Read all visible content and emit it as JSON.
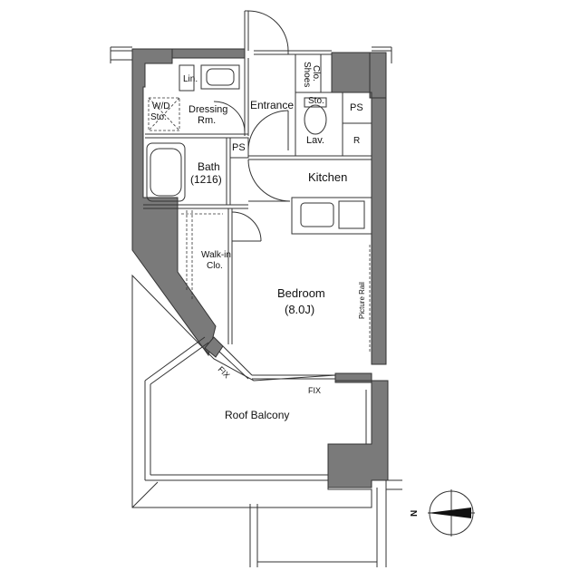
{
  "labels": {
    "lin": "Lin.",
    "wd_storage_line1": "W/D",
    "wd_storage_line2": "Sto.",
    "dressing_line1": "Dressing",
    "dressing_line2": "Rm.",
    "entrance": "Entrance",
    "shoes_closet_line1": "Shoes",
    "shoes_closet_line2": "Clo.",
    "storage": "Sto.",
    "ps_top": "PS",
    "lav": "Lav.",
    "refrigerator": "R",
    "bath_line1": "Bath",
    "bath_line2": "(1216)",
    "ps_bath": "PS",
    "kitchen": "Kitchen",
    "walkin_line1": "Walk-in",
    "walkin_line2": "Clo.",
    "bedroom_line1": "Bedroom",
    "bedroom_line2": "(8.0J)",
    "picture_rail": "Picture Rail",
    "fix_diag": "FIX",
    "fix_bottom": "FIX",
    "roof_balcony": "Roof Balcony",
    "compass_n": "N"
  }
}
